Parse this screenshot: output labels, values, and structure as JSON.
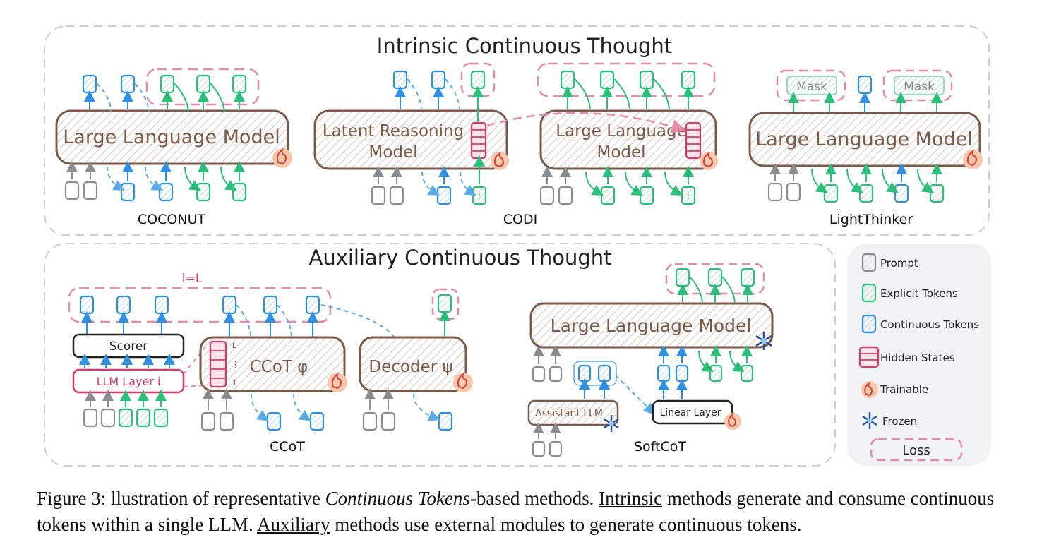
{
  "figure": {
    "intrinsic": {
      "title": "Intrinsic Continuous Thought",
      "coconut": {
        "model_label": "Large Language Model",
        "method_label": "COCONUT"
      },
      "codi": {
        "latent_label_1": "Latent Reasoning",
        "latent_label_2": "Model",
        "llm_label_1": "Large Language",
        "llm_label_2": "Model",
        "method_label": "CODI"
      },
      "lightthinker": {
        "model_label": "Large Language Model",
        "mask_label": "Mask",
        "method_label": "LightThinker"
      }
    },
    "auxiliary": {
      "title": "Auxiliary Continuous Thought",
      "ccot": {
        "scorer_label": "Scorer",
        "llm_layer_label": "LLM Layer i",
        "ccot_label": "CCoT φ",
        "decoder_label": "Decoder ψ",
        "layer_note": "i=L",
        "tick_top": "L",
        "tick_mid": "⋮",
        "tick_bottom": "1",
        "method_label": "CCoT"
      },
      "softcot": {
        "model_label": "Large Language Model",
        "assistant_label": "Assistant LLM",
        "linear_label": "Linear Layer",
        "method_label": "SoftCoT"
      }
    },
    "legend": {
      "items": [
        "Prompt",
        "Explicit Tokens",
        "Continuous Tokens",
        "Hidden States",
        "Trainable",
        "Frozen"
      ],
      "loss_label": "Loss"
    },
    "colors": {
      "prompt": "#8a8d91",
      "explicit": "#2bbf7a",
      "continuous": "#2f8fe0",
      "hidden": "#d9386a",
      "model": "#7b5a4a",
      "loss": "#e58aa8",
      "frame": "#cfcfcf",
      "fire": "#f07a3a",
      "frozen": "#2a4f9a"
    }
  },
  "caption": {
    "lead": "Figure 3: llustration of representative ",
    "italic": "Continuous Tokens",
    "mid1": "-based methods. ",
    "u1": "Intrinsic",
    "mid2": " methods generate and consume continuous tokens within a single LLM. ",
    "u2": "Auxiliary",
    "tail": " methods use external modules to generate continuous tokens."
  }
}
